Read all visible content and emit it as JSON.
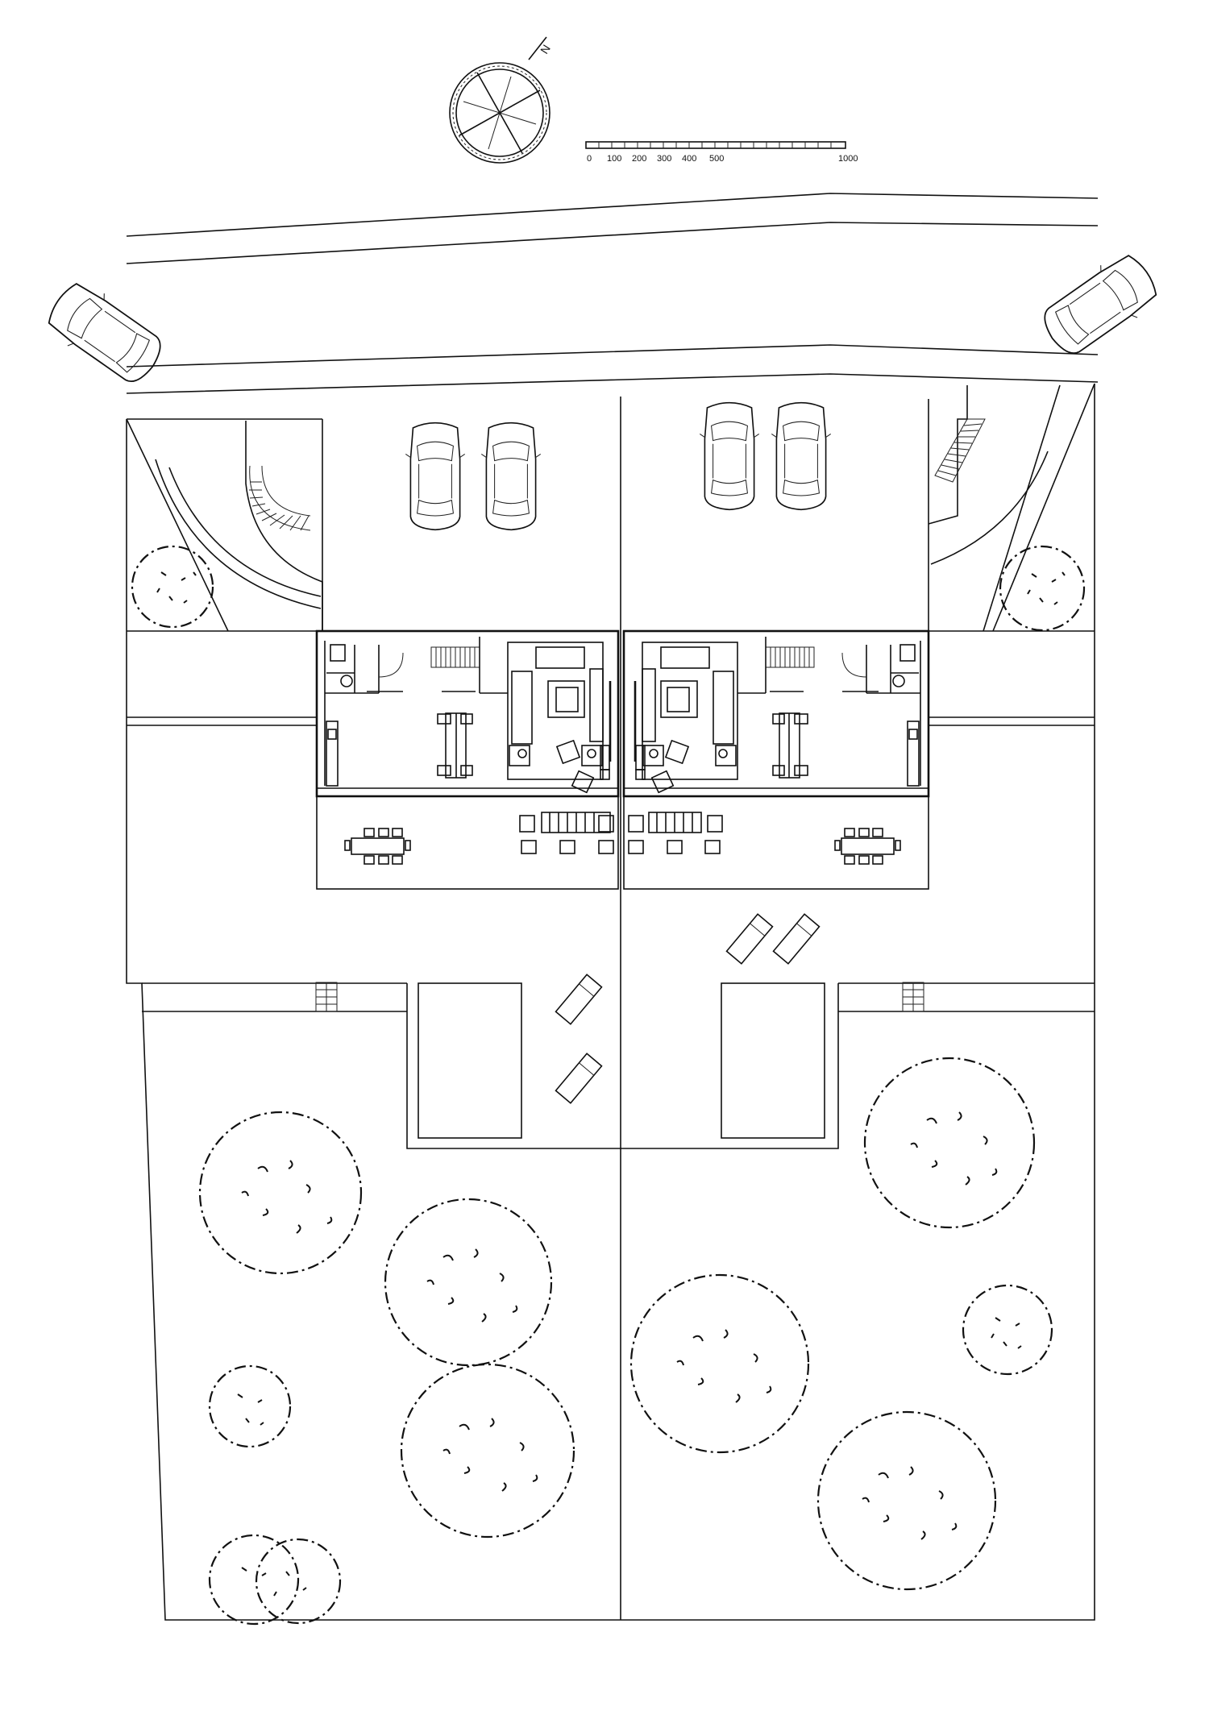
{
  "north_arrow": {
    "label": "N"
  },
  "scale_bar": {
    "ticks": [
      "0",
      "100",
      "200",
      "300",
      "400",
      "500",
      "1000"
    ]
  }
}
